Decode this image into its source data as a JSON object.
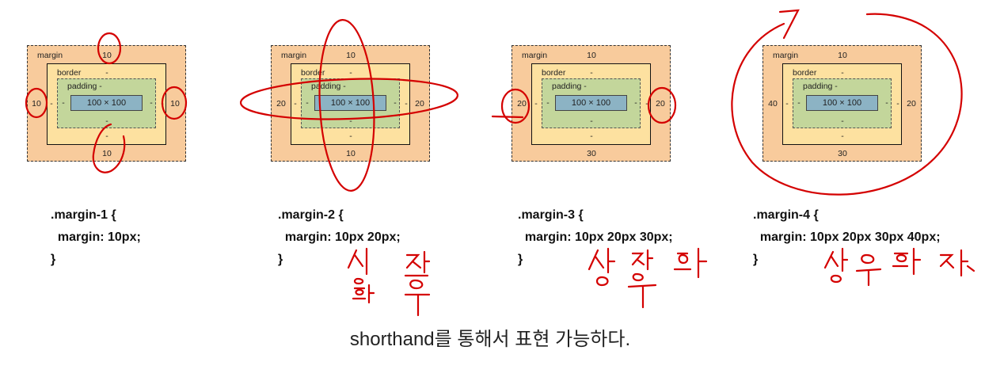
{
  "diagrams": [
    {
      "margin_label": "margin",
      "border_label": "border",
      "padding_label": "padding -",
      "content": "100 × 100",
      "margin_top": "10",
      "margin_right": "10",
      "margin_bottom": "10",
      "margin_left": "10",
      "border_top": "-",
      "border_bottom": "-",
      "border_side": "-",
      "padding_bottom": "-",
      "padding_side": "-",
      "code": ".margin-1 {\n  margin: 10px;\n}"
    },
    {
      "margin_label": "margin",
      "border_label": "border",
      "padding_label": "padding -",
      "content": "100 × 100",
      "margin_top": "10",
      "margin_right": "20",
      "margin_bottom": "10",
      "margin_left": "20",
      "border_top": "-",
      "border_bottom": "-",
      "border_side": "-",
      "padding_bottom": "-",
      "padding_side": "-",
      "code": ".margin-2 {\n  margin: 10px 20px;\n}"
    },
    {
      "margin_label": "margin",
      "border_label": "border",
      "padding_label": "padding -",
      "content": "100 × 100",
      "margin_top": "10",
      "margin_right": "20",
      "margin_bottom": "30",
      "margin_left": "20",
      "border_top": "-",
      "border_bottom": "-",
      "border_side": "-",
      "padding_bottom": "-",
      "padding_side": "-",
      "code": ".margin-3 {\n  margin: 10px 20px 30px;\n}"
    },
    {
      "margin_label": "margin",
      "border_label": "border",
      "padding_label": "padding -",
      "content": "100 × 100",
      "margin_top": "10",
      "margin_right": "20",
      "margin_bottom": "30",
      "margin_left": "40",
      "border_top": "-",
      "border_bottom": "-",
      "border_side": "-",
      "padding_bottom": "-",
      "padding_side": "-",
      "code": ".margin-4 {\n  margin: 10px 20px 30px 40px;\n}"
    }
  ],
  "handwritten": {
    "d2_top_bottom": "상 하",
    "d2_left_right": "좌 우",
    "d3": "상 좌우 하",
    "d4": "상 우 하 좌"
  },
  "caption": "shorthand를 통해서 표현 가능하다.",
  "colors": {
    "margin": "#f8cb9c",
    "border": "#fde1a0",
    "padding": "#c3d69b",
    "content": "#8cb3c4",
    "annotation": "#d40000"
  }
}
